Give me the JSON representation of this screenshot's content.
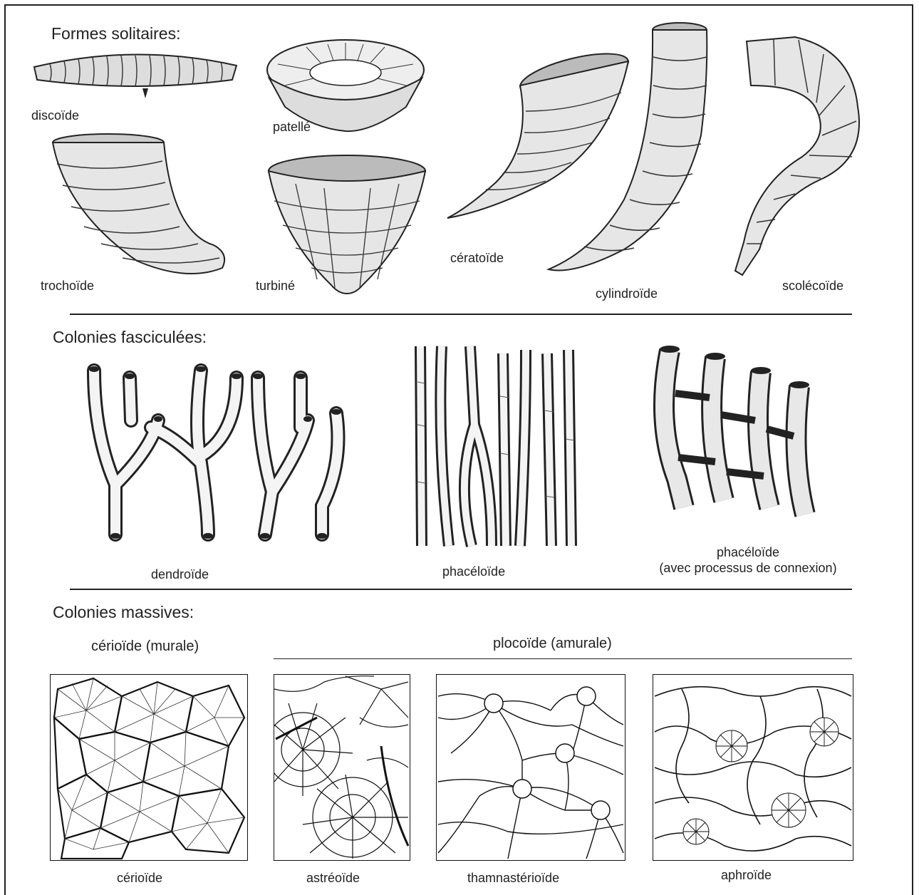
{
  "sections": {
    "solitary": "Formes solitaires:",
    "fasciculate": "Colonies fasciculées:",
    "massive": "Colonies massives:"
  },
  "solitary_forms": {
    "discoide": "discoïde",
    "patelle": "patellé",
    "trochoide": "trochoïde",
    "turbine": "turbiné",
    "ceratoide": "cératoïde",
    "cylindroide": "cylindroïde",
    "scolecoide": "scolécoïde"
  },
  "fasciculate_forms": {
    "dendroide": "dendroïde",
    "phaceloide": "phacéloïde",
    "phaceloide_conn_1": "phacéloïde",
    "phaceloide_conn_2": "(avec processus de connexion)"
  },
  "massive_forms": {
    "cerioide_group": "cérioïde (murale)",
    "plocoide_group": "plocoïde (amurale)",
    "cerioide": "cérioïde",
    "astreoide": "astréoïde",
    "thamnasterioide": "thamnastérioïde",
    "aphroide": "aphroïde"
  }
}
